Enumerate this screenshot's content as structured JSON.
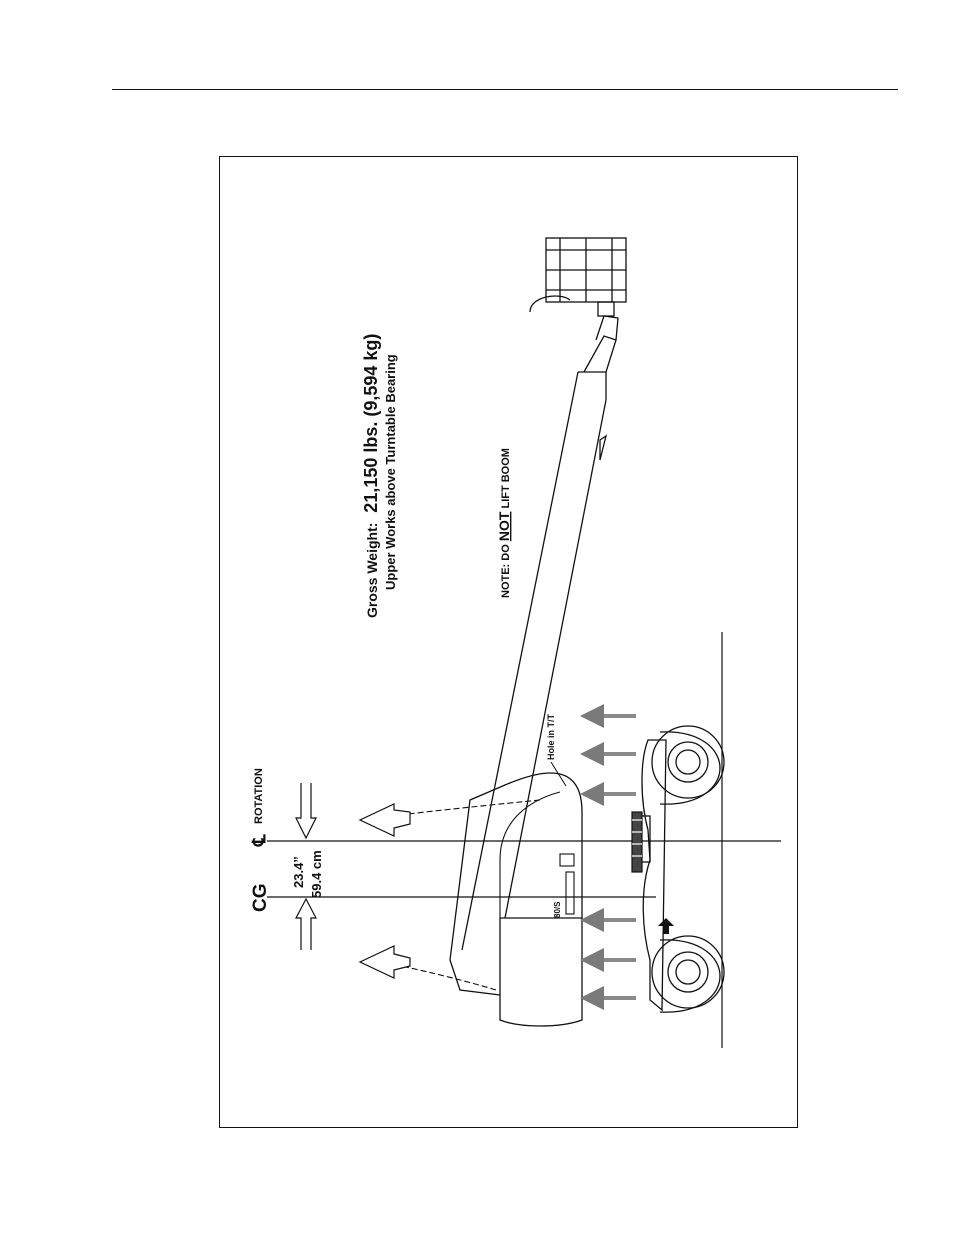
{
  "diagram": {
    "gross_weight_label": "Gross Weight:",
    "gross_weight_value": "21,150 lbs. (9,594 kg)",
    "upper_works": "Upper Works above Turntable Bearing",
    "note_prefix": "NOTE: DO ",
    "note_emphasis": "NOT",
    "note_suffix": " LIFT BOOM",
    "hole_label": "Hole in T/T",
    "rotation_symbol": "℄",
    "rotation_label": "ROTATION",
    "cg_label": "CG",
    "offset_in": "23.4”",
    "offset_cm": "59.4 cm",
    "model_label": "80/S"
  },
  "colors": {
    "line": "#111111",
    "arrow_fill": "#7a7a7a"
  }
}
